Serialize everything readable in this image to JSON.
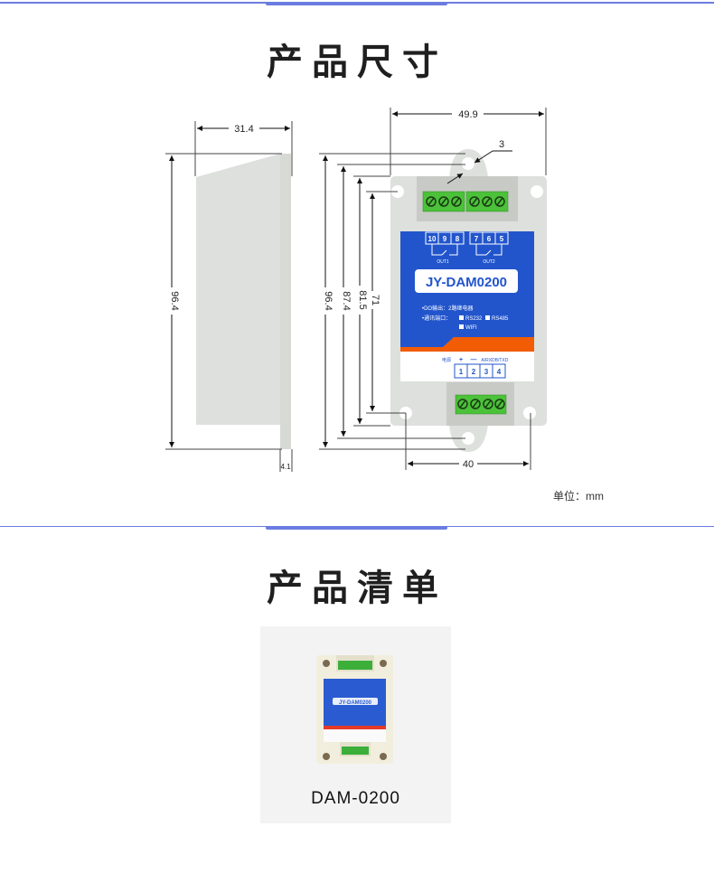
{
  "colors": {
    "accent": "#6b7ce0",
    "housing": "#dde0dc",
    "label_blue": "#2255cc",
    "orange_stripe": "#f25c05",
    "terminal_green": "#4cc13a",
    "terminal_bay": "#c8cac6",
    "card_bg": "#f3f3f3"
  },
  "section_dimensions": {
    "title": "产品尺寸",
    "unit_label": "单位：mm",
    "side_view": {
      "width_label": "31.4",
      "height_label": "96.4",
      "flange_label": "4.1"
    },
    "front_view": {
      "width_label": "49.9",
      "hole_spacing_label": "40",
      "tab_thickness_label": "3",
      "height_labels": [
        "96.4",
        "87.4",
        "81.5",
        "71"
      ]
    },
    "device_label": {
      "model": "JY-DAM0200",
      "top_terminals_out1": [
        "10",
        "9",
        "8"
      ],
      "top_terminals_out2": [
        "7",
        "6",
        "5"
      ],
      "out1": "OUT1",
      "out2": "OUT2",
      "spec_line1": "•DO输出：2路继电器",
      "spec_line2": "•通讯端口：",
      "port_rs232": "RS232",
      "port_rs485": "RS485",
      "port_wifi": "WIFI",
      "power_label": "电源",
      "plus": "+",
      "minus": "—",
      "a_rxd": "A/RXD",
      "b_txd": "B/TXD",
      "bottom_terminals": [
        "1",
        "2",
        "3",
        "4"
      ]
    }
  },
  "section_list": {
    "title": "产品清单",
    "items": [
      {
        "name": "DAM-0200",
        "model": "JY-DAM0200"
      }
    ]
  }
}
